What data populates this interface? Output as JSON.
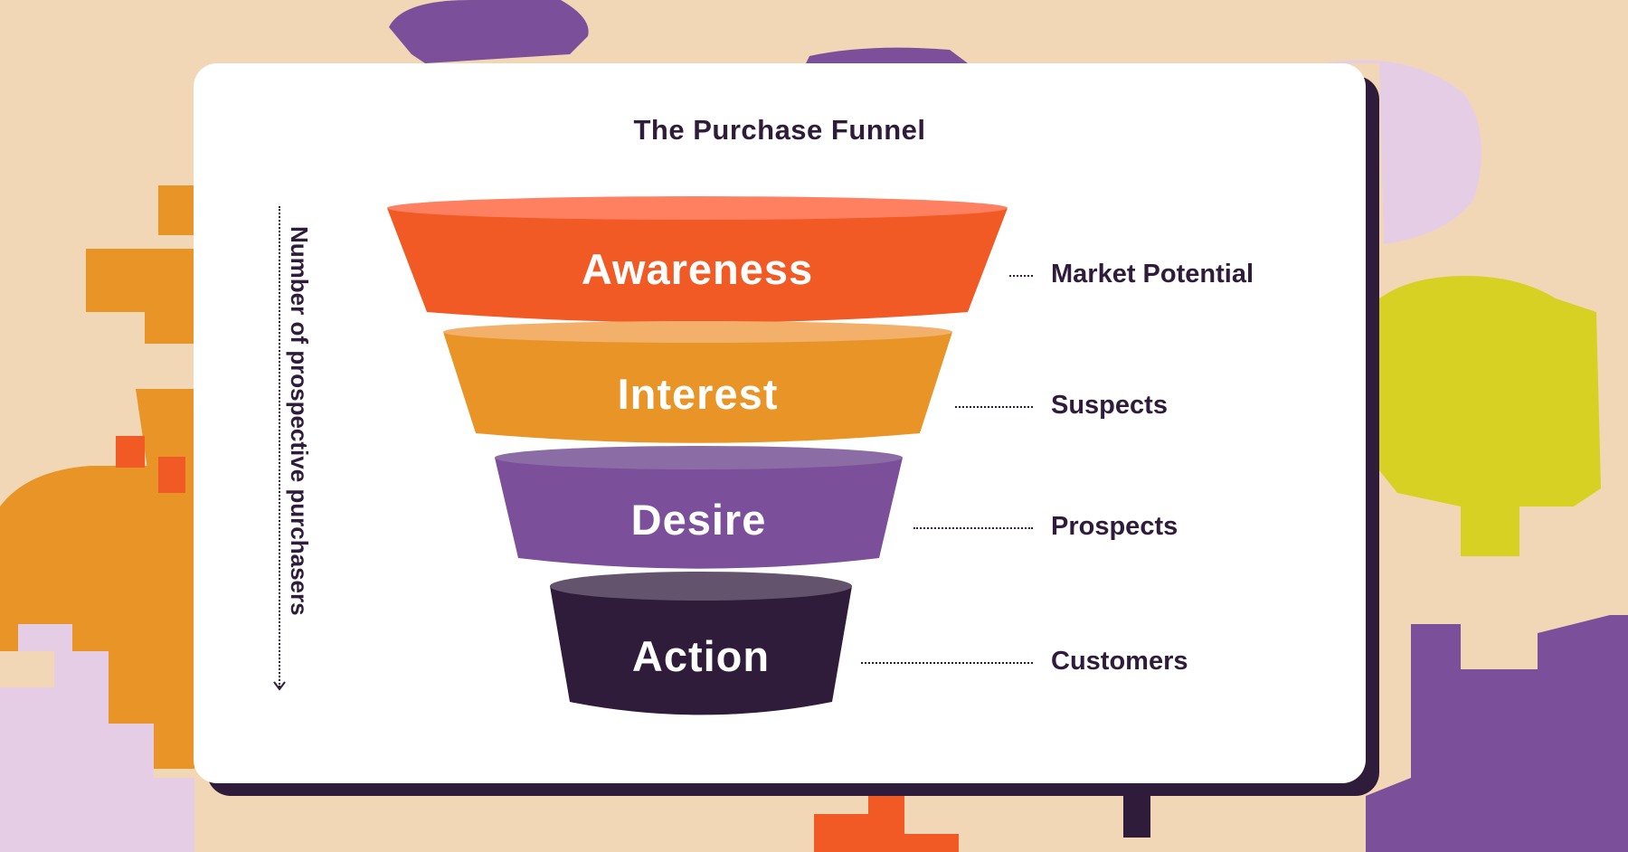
{
  "title": "The Purchase Funnel",
  "axis_label": "Number of prospective purchasers",
  "stages": [
    {
      "name": "Awareness",
      "outcome": "Market Potential",
      "color": "#f15a24",
      "top_color": "#ff8060"
    },
    {
      "name": "Interest",
      "outcome": "Suspects",
      "color": "#e89427",
      "top_color": "#f2b06a"
    },
    {
      "name": "Desire",
      "outcome": "Prospects",
      "color": "#7b4f9a",
      "top_color": "#8c6ca4"
    },
    {
      "name": "Action",
      "outcome": "Customers",
      "color": "#2f1b3a",
      "top_color": "#63536d"
    }
  ],
  "colors": {
    "background": "#f2d7b6",
    "card": "#ffffff",
    "ink": "#2f1b3a",
    "accent_orange": "#e89427",
    "accent_red": "#f15a24",
    "accent_purple": "#7b4f9a",
    "accent_lilac": "#e6cde6",
    "accent_yellow": "#d7d124"
  }
}
